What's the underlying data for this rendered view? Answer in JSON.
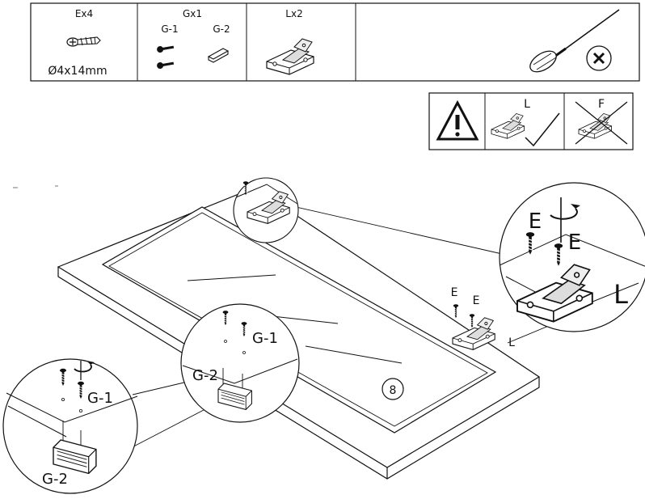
{
  "parts_table": {
    "screw_e": {
      "label": "Ex4",
      "size": "Ø4x14mm",
      "icon": "screw-icon"
    },
    "handle_g": {
      "label": "Gx1",
      "g1": "G-1",
      "g2": "G-2",
      "icon": "handle-parts-icon"
    },
    "hinge_l": {
      "label": "Lx2",
      "icon": "hinge-icon"
    },
    "tool": {
      "icon": "phillips-screwdriver-icon"
    }
  },
  "warning": {
    "icon": "warning-triangle-icon",
    "correct_label": "L",
    "wrong_label": "F"
  },
  "assembly": {
    "step": "8",
    "hinge_callout": {
      "screw_label_1": "E",
      "screw_label_2": "E",
      "hinge_label": "L"
    },
    "hinge_detail": {
      "screw_label_1": "E",
      "screw_label_2": "E",
      "hinge_label": "L"
    },
    "handle_callout": {
      "screw_label": "G-1",
      "handle_label": "G-2"
    },
    "handle_detail": {
      "screw_label": "G-1",
      "handle_label": "G-2"
    }
  }
}
